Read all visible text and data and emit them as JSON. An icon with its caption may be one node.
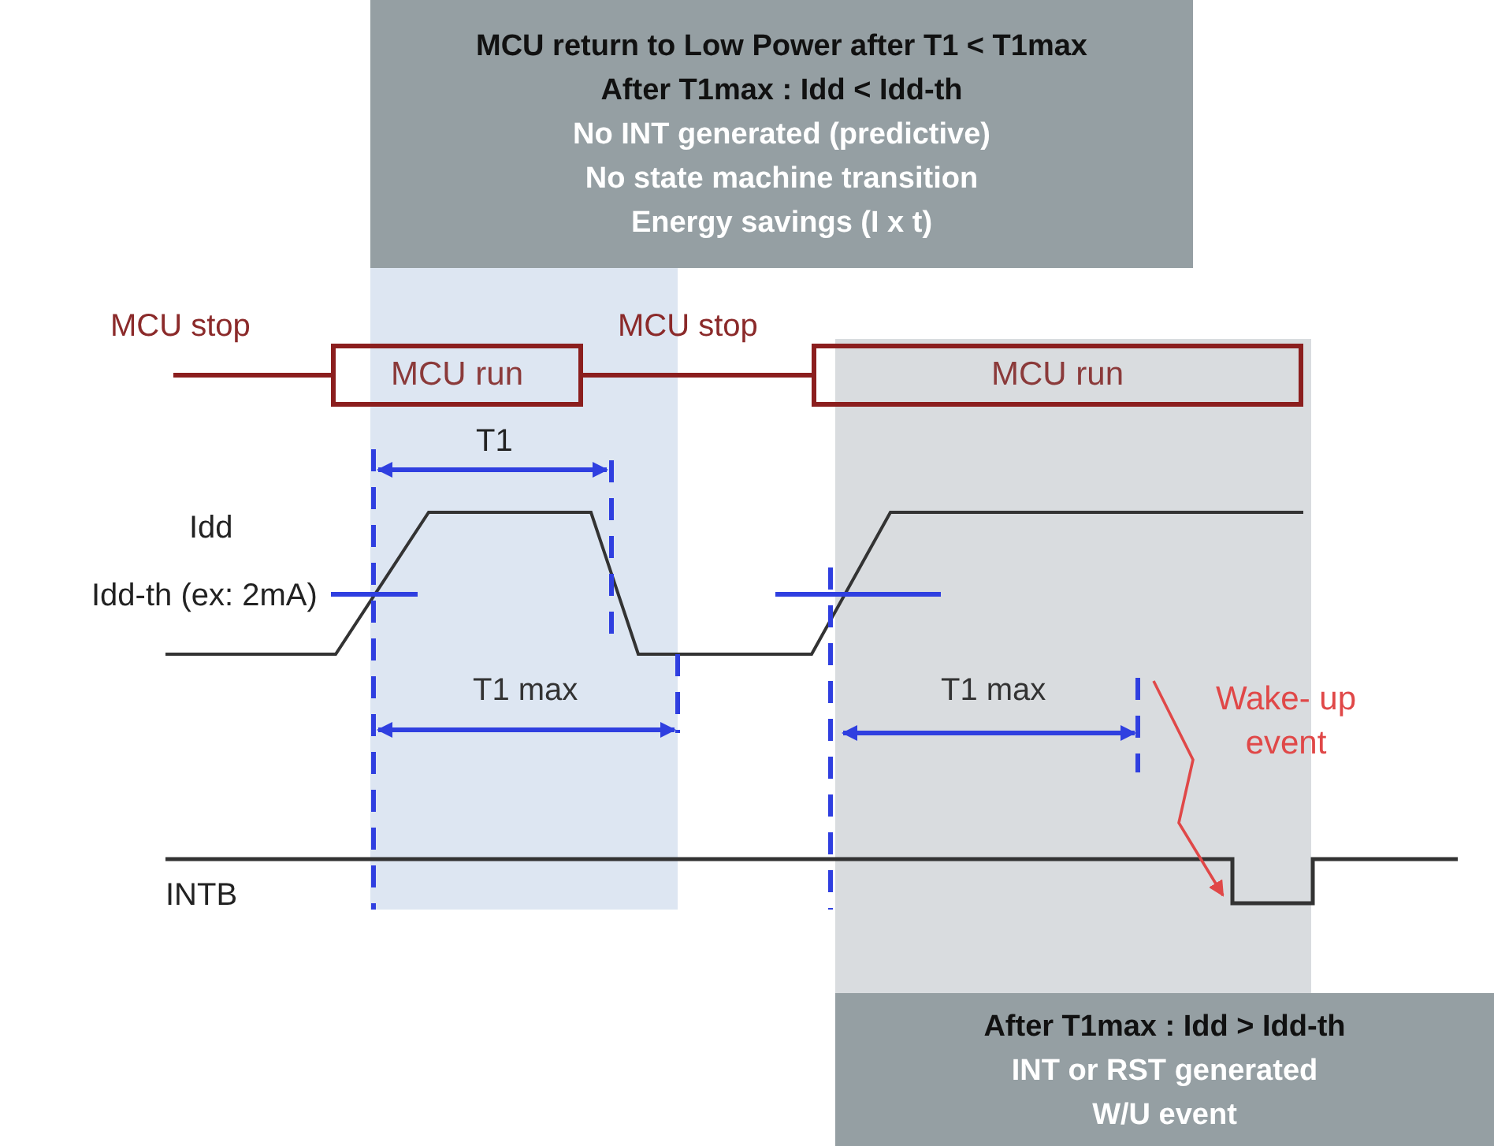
{
  "diagram": {
    "nodes": [
      {
        "text": [
          "MCU return to Low Power after T1 < T1max",
          "After T1max : Idd < Idd-th",
          "No INT generated (predictive)",
          "No state machine transition",
          "Energy savings (I x t)"
        ]
      },
      {
        "text": [
          "MCU run"
        ]
      },
      {
        "text": [
          "MCU run"
        ]
      },
      {
        "text": [
          "Wake- up event"
        ]
      },
      {
        "text": [
          "After T1max : Idd > Idd-th",
          "INT or RST generated",
          "W/U event"
        ]
      }
    ],
    "edges": [
      {
        "from": 3,
        "to": null,
        "arrow": "to",
        "color": "#e04848"
      },
      {
        "from": 1,
        "to": 2,
        "arrow": "none",
        "color": "#8b1e1e"
      }
    ],
    "labels": [
      "MCU stop",
      "MCU stop",
      "T1",
      "Idd",
      "Idd-th (ex: 2mA)",
      "T1 max",
      "T1 max",
      "INTB"
    ]
  }
}
